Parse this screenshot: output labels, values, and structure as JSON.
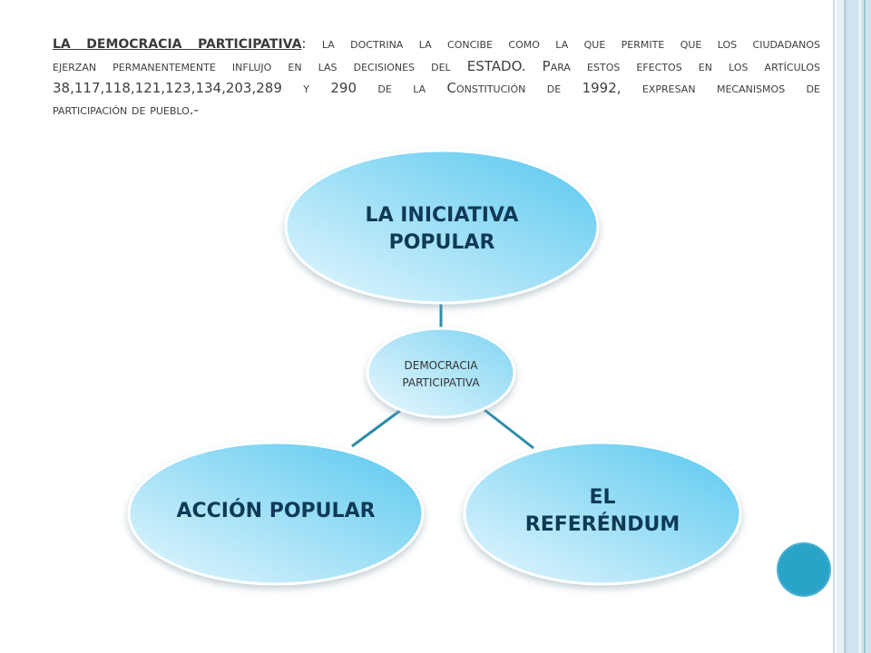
{
  "paragraph": {
    "lead": "LA DEMOCRACIA PARTICIPATIVA",
    "text_line1": ": la doctrina la concibe como la que permite que los ciudadanos",
    "text_line2": "ejerzan permanentemente influjo en las decisiones del ESTADO. Para estos efectos en los artículos",
    "text_line3": "38,117,118,121,123,134,203,289 y 290 de la Constitución de 1992, expresan mecanismos de",
    "text_line4": "participación de pueblo.-"
  },
  "diagram": {
    "center": {
      "line1": "DEMOCRACIA",
      "line2": "PARTICIPATIVA"
    },
    "top": {
      "line1": "LA INICIATIVA",
      "line2": "POPULAR"
    },
    "left": {
      "line1": "ACCIÓN POPULAR"
    },
    "right": {
      "line1": "EL",
      "line2": "REFERÉNDUM"
    }
  },
  "colors": {
    "node_light": "#dff4fd",
    "node_dark": "#5ccaf0",
    "connector": "#2b8ca8",
    "accent_dot": "#2aa3c8"
  }
}
